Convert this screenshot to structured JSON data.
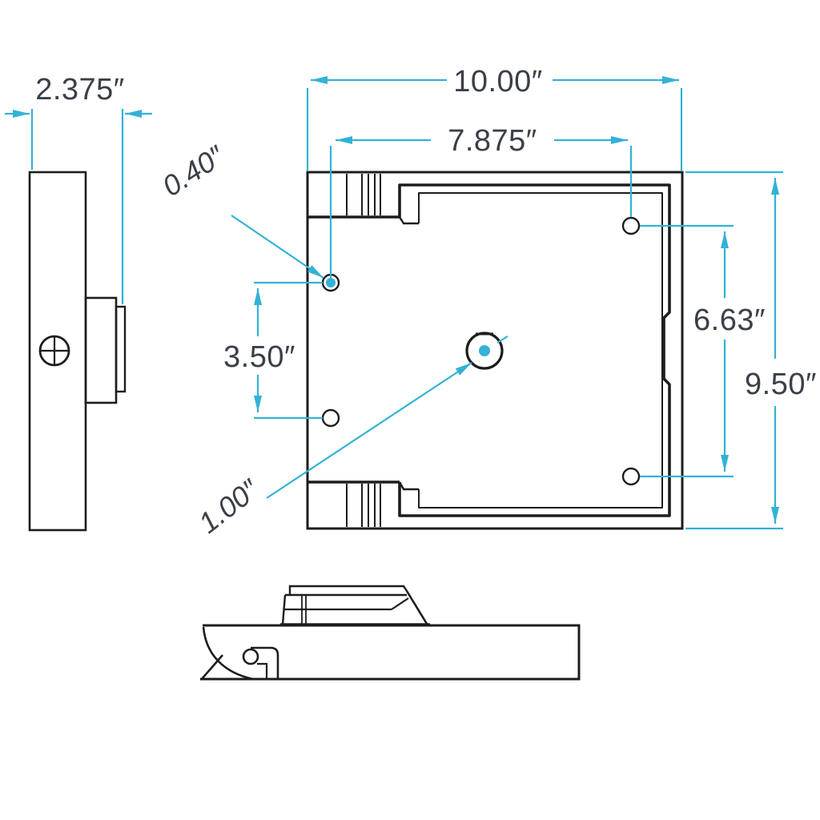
{
  "drawing": {
    "title": "mounting-plate-dimension-drawing",
    "units": "inches",
    "colors": {
      "dimension_line": "#33b2d6",
      "outline": "#1d1d1f",
      "label_text": "#3a4049",
      "background": "#ffffff"
    },
    "dimensions": {
      "width_overall": "10.00″",
      "width_hole_span": "7.875″",
      "height_overall": "9.50″",
      "height_hole_span": "6.63″",
      "height_left_hole_spacing": "3.50″",
      "depth_side": "2.375″",
      "hole_small": "0.40″",
      "hole_center": "1.00″"
    }
  }
}
